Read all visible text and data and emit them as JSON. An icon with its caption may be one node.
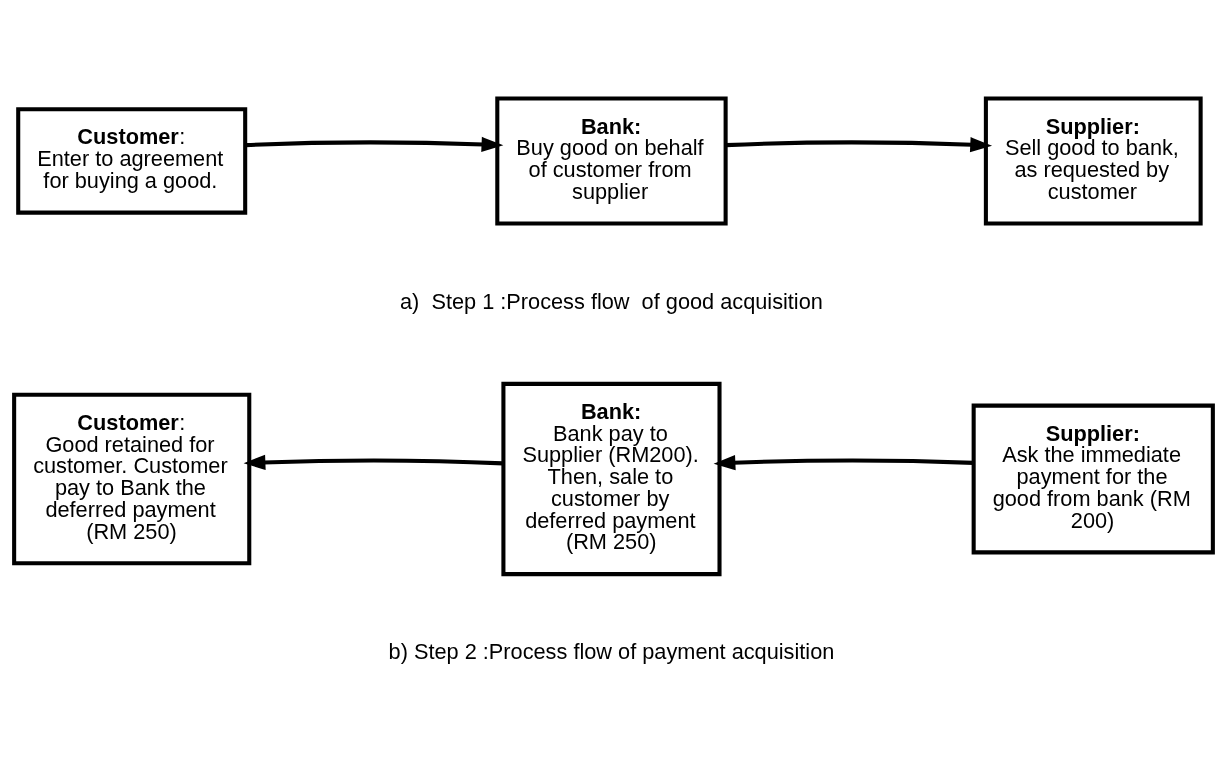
{
  "diagram": {
    "nodes": [
      {
        "text": [
          "**Customer**:",
          "Enter to agreement for buying a good."
        ]
      },
      {
        "text": [
          "**Bank:**",
          "Buy good on behalf of customer from supplier"
        ]
      },
      {
        "text": [
          "**Supplier:**",
          "Sell good to bank, as requested by customer"
        ]
      },
      {
        "text": [
          "**Customer**:",
          "Good retained for customer. Customer pay to Bank the deferred payment (RM 250)"
        ]
      },
      {
        "text": [
          "**Bank:**",
          "Bank pay to Supplier (RM200). Then, sale to customer by deferred payment (RM 250)"
        ]
      },
      {
        "text": [
          "**Supplier:**",
          "Ask the immediate payment for the good from bank (RM 200)"
        ]
      }
    ],
    "edges": [
      {
        "from": 0,
        "to": 1,
        "arrow": "to"
      },
      {
        "from": 1,
        "to": 2,
        "arrow": "to"
      },
      {
        "from": 5,
        "to": 4,
        "arrow": "to"
      },
      {
        "from": 4,
        "to": 3,
        "arrow": "to"
      }
    ],
    "labels": [
      "a)  Step 1 :Process flow  of good acquisition",
      "b) Step 2 :Process flow of payment acquisition"
    ]
  }
}
